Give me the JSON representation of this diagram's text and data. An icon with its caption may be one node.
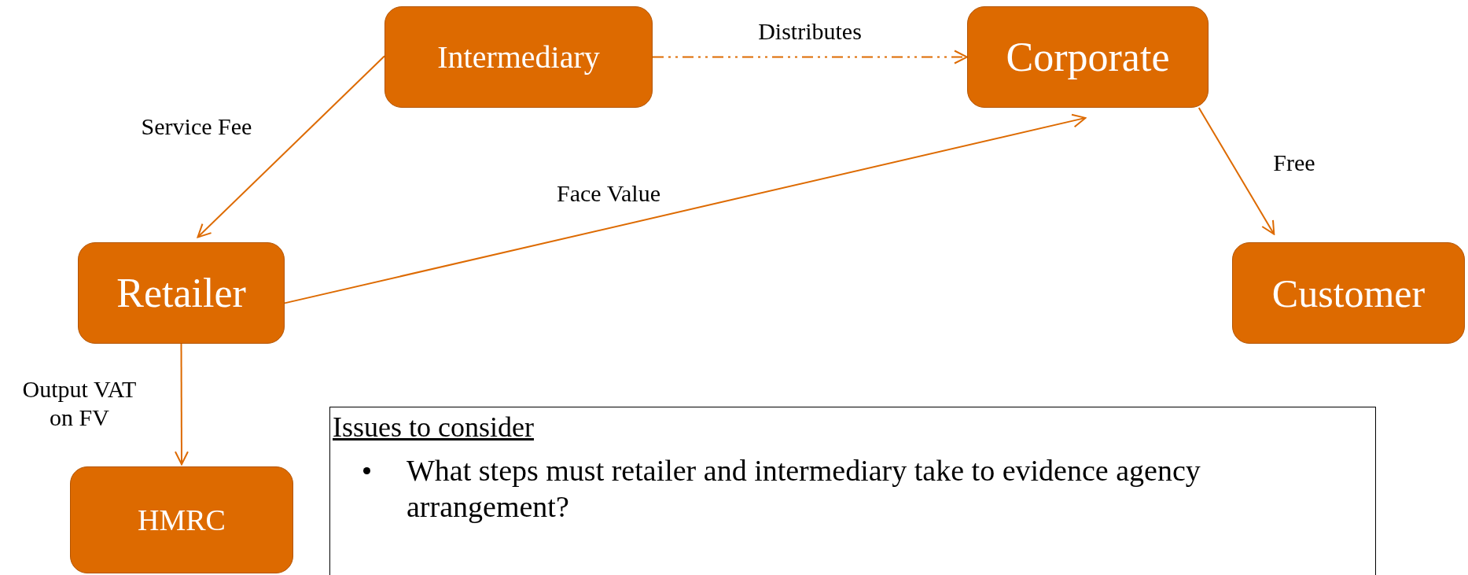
{
  "diagram": {
    "nodes": [
      {
        "text": [
          "Intermediary"
        ]
      },
      {
        "text": [
          "Corporate"
        ]
      },
      {
        "text": [
          "Retailer"
        ]
      },
      {
        "text": [
          "Customer"
        ]
      },
      {
        "text": [
          "HMRC"
        ]
      },
      {
        "text": [
          "Issues to consider",
          "What steps must retailer and intermediary take to evidence agency arrangement?"
        ]
      }
    ],
    "edges": [
      {
        "from": 0,
        "to": 1,
        "arrow": "to",
        "label": "Distributes",
        "style": "dashed"
      },
      {
        "from": 0,
        "to": 2,
        "arrow": "to",
        "label": "Service Fee"
      },
      {
        "from": 2,
        "to": 1,
        "arrow": "to",
        "label": "Face Value"
      },
      {
        "from": 1,
        "to": 3,
        "arrow": "to",
        "label": "Free"
      },
      {
        "from": 2,
        "to": 4,
        "arrow": "to",
        "label": "Output VAT on FV"
      }
    ]
  }
}
